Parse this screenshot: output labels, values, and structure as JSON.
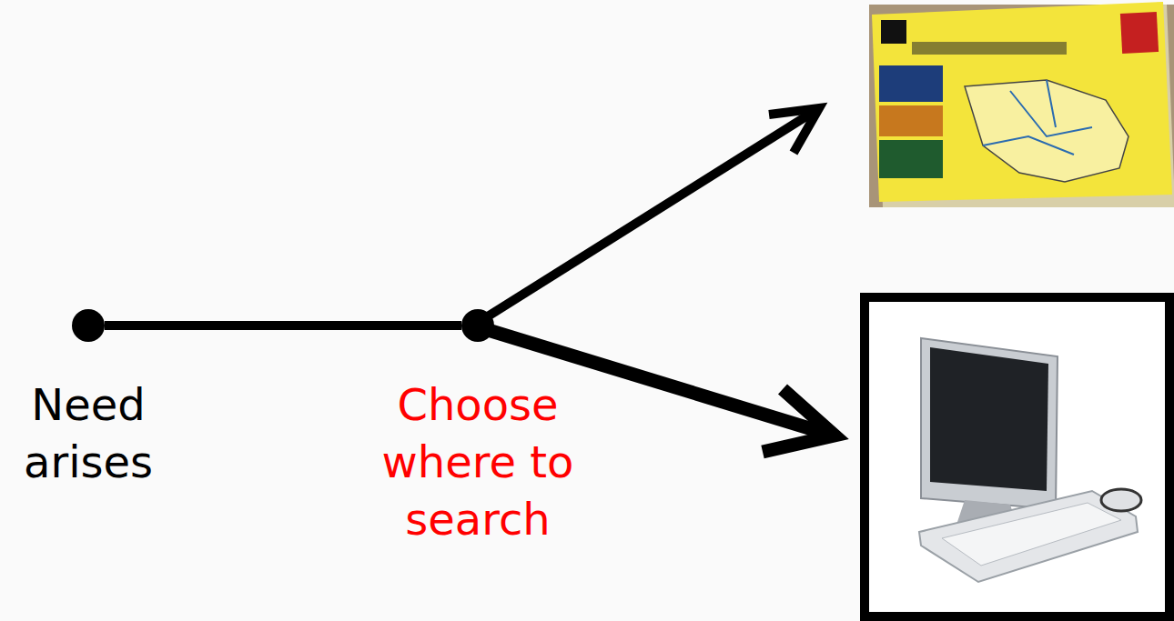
{
  "diagram": {
    "nodes": [
      {
        "text": [
          "Need arises"
        ]
      },
      {
        "text": [
          "Choose where to search"
        ]
      }
    ],
    "edges": [
      {
        "from": 0,
        "to": 1,
        "arrow": "none"
      }
    ]
  }
}
